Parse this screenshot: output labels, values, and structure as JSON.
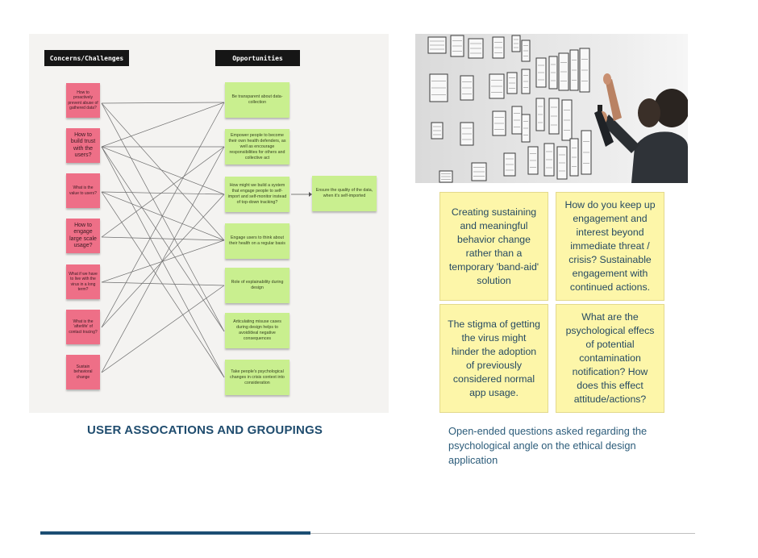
{
  "board": {
    "concerns_header": "Concerns/Challenges",
    "opportunities_header": "Opportunities",
    "concerns": [
      "How to proactively prevent abuse of gathered data?",
      "How to build trust with the users?",
      "What is the value to users?",
      "How to engage large scale usage?",
      "What if we have to live with the virus in a long term?",
      "What is the 'afterlife' of contact tracing?",
      "Sustain behavioral change"
    ],
    "opportunities": [
      "Be transparent about data-collection",
      "Empower people to become their own health defenders, as well as encourage responsibilities for others and collective act",
      "How might we build a system that engage people to self-import and self-monitor instead of top-down tracking?",
      "Engage users to think about their health on a regular basis",
      "Role of explainability during design",
      "Articulating misuse cases during design helps to avoid/deal negative consequences",
      "Take people's psychological changes in crisis context into consideration"
    ],
    "extra_opportunity": "Ensure the quality of the data, when it's self-imported"
  },
  "notes": [
    "Creating sustaining and meaningful behavior change rather than a temporary 'band-aid' solution",
    "How do you keep up engagement and interest beyond immediate threat / crisis? Sustainable engagement with continued actions.",
    "The stigma of getting the virus might hinder the adoption of previously considered normal app usage.",
    "What are the psychological effecs of potential contamination notification? How does this effect attitude/actions?"
  ],
  "captions": {
    "left": "USER ASSOCATIONS AND GROUPINGS",
    "right": "Open-ended questions asked regarding the psychological angle on the ethical design application"
  },
  "colors": {
    "pink_note": "#ee6f87",
    "green_note": "#c9ef8f",
    "yellow_note": "#fdf6a9",
    "accent": "#1c4e73"
  }
}
